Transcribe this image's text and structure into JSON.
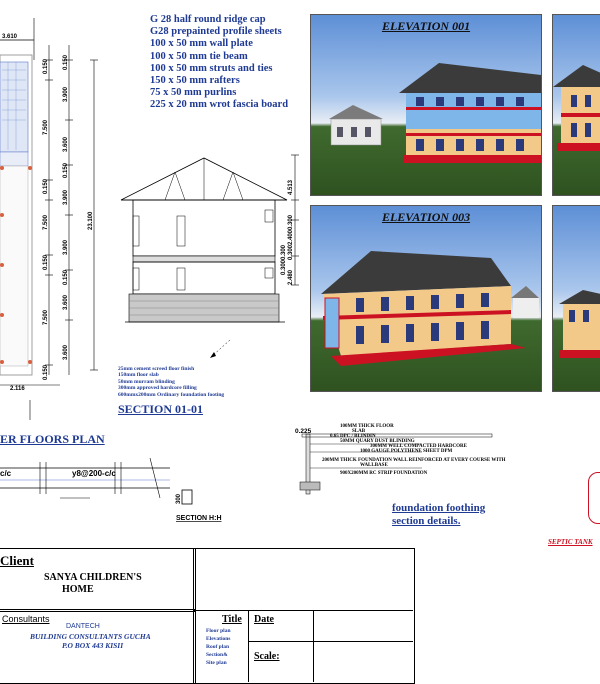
{
  "top_dims": {
    "d1": "3.610"
  },
  "specs": [
    "G 28 half round ridge cap",
    "G28 prepainted profile sheets",
    "100 x 50 mm wall plate",
    "100 x 50 mm tie beam",
    "100 x 50 mm struts and ties",
    "150 x 50 mm rafters",
    "75 x 50 mm purlins",
    "225 x 20 mm wrot fascia board"
  ],
  "vertical_dims": {
    "col1": [
      "0.150",
      "7.500",
      "0.150",
      "7.500",
      "0.150",
      "7.500",
      "0.150"
    ],
    "col2": [
      "3.900",
      "3.600",
      "3.900",
      "3.900",
      "3.600",
      "3.600"
    ],
    "col2_seps": [
      "0.150",
      "0.150",
      "0.150"
    ],
    "total": "23.100"
  },
  "section_dims": [
    "4.513",
    "0.300",
    "0.300",
    "2.400",
    "0.300",
    "0.300",
    "2.480"
  ],
  "bottom_dim": "2.116",
  "section_notes": [
    "25mm cement screed floor finish",
    "150mm floor  slab",
    "50mm murram blinding",
    "300mm approved  hardcore filling",
    "600mmx200mm Ordinary foundation footing"
  ],
  "section_title": "SECTION 01-01",
  "floors_plan_title": "ER FLOORS  PLAN",
  "elevation_1": "ELEVATION 001",
  "elevation_3": "ELEVATION 003",
  "beam": {
    "label_left": "c/c",
    "label_mid": "y8@200-c/c",
    "label_small": "300",
    "section_title": "SECTION H:H"
  },
  "foundation": {
    "title_line1": "foundation foothing",
    "title_line2": "section details.",
    "dim": "0.225",
    "notes": [
      "100MM THICK FLOOR",
      "SLAB",
      "0.65 DPC / BLINDIN",
      "50MM QUARY DUST BLINDING",
      "300MM WELL COMPACTED HARDCORE",
      "1000 GAUGE POLYTHENE SHEET DPM",
      "200MM THICK FOUNDATION WALL REINFORCED AT EVERY COURSE WITH",
      "WALLBASE",
      "900X200MM RC STRIP FOUNDATION"
    ]
  },
  "septic_label": "SEPTIC TANK",
  "title_block": {
    "client_heading": "Client",
    "client_name_1": "SANYA CHILDREN'S",
    "client_name_2": "HOME",
    "consultants_heading": "Consultants",
    "firm_short": "DANTECH",
    "firm_line1": "BUILDING CONSULTANTS  GUCHA",
    "firm_line2": "P.O BOX 443 KISII",
    "title_heading": "Title",
    "title_items": [
      "Floor plan",
      "Elevations",
      "Roof plan",
      "Section&",
      "Site plan"
    ],
    "date_label": "Date",
    "scale_label": "Scale:"
  },
  "colors": {
    "blue": "#1f3a93",
    "red": "#cc1122",
    "wall": "#f3c98a",
    "roof": "#3a3a3a"
  }
}
